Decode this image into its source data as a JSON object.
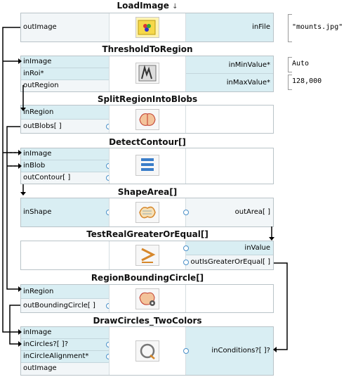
{
  "blocks": {
    "load_image": {
      "title": "LoadImage",
      "title_arrow": "↓",
      "left_ports": [
        "outImage"
      ],
      "right_ports": [
        "inFile"
      ],
      "ext_values": [
        "\"mounts.jpg\""
      ]
    },
    "threshold_to_region": {
      "title": "ThresholdToRegion",
      "left_ports": [
        "inImage",
        "inRoi*",
        "outRegion"
      ],
      "right_ports": [
        "inMinValue*",
        "inMaxValue*"
      ],
      "ext_values": [
        "Auto",
        "128,000"
      ]
    },
    "split_region_into_blobs": {
      "title": "SplitRegionIntoBlobs",
      "left_ports": [
        "inRegion",
        "outBlobs[ ]"
      ]
    },
    "detect_contour": {
      "title": "DetectContour[]",
      "left_ports": [
        "inImage",
        "inBlob",
        "outContour[ ]"
      ]
    },
    "shape_area": {
      "title": "ShapeArea[]",
      "left_ports": [
        "inShape"
      ],
      "right_ports": [
        "outArea[ ]"
      ]
    },
    "test_real_greater_or_equal": {
      "title": "TestRealGreaterOrEqual[]",
      "right_ports": [
        "inValue",
        "outIsGreaterOrEqual[ ]"
      ]
    },
    "region_bounding_circle": {
      "title": "RegionBoundingCircle[]",
      "left_ports": [
        "inRegion",
        "outBoundingCircle[ ]"
      ]
    },
    "draw_circles_two_colors": {
      "title": "DrawCircles_TwoColors",
      "left_ports": [
        "inImage",
        "inCircles?[ ]?",
        "inCircleAlignment*",
        "outImage"
      ],
      "right_ports": [
        "inConditions?[ ]?"
      ]
    }
  },
  "icons": {
    "load_image": "load-image-icon",
    "threshold_to_region": "threshold-icon",
    "split_region_into_blobs": "split-blobs-icon",
    "detect_contour": "detect-contour-icon",
    "shape_area": "shape-area-icon",
    "test_real_greater_or_equal": "greater-or-equal-icon",
    "region_bounding_circle": "bounding-circle-icon",
    "draw_circles_two_colors": "draw-circles-icon"
  },
  "colors": {
    "port_bg": "#d9eef3",
    "port_out_bg": "#f2f6f8",
    "border": "#b9c3c8",
    "dot": "#4a90c8",
    "wire": "#000000"
  }
}
